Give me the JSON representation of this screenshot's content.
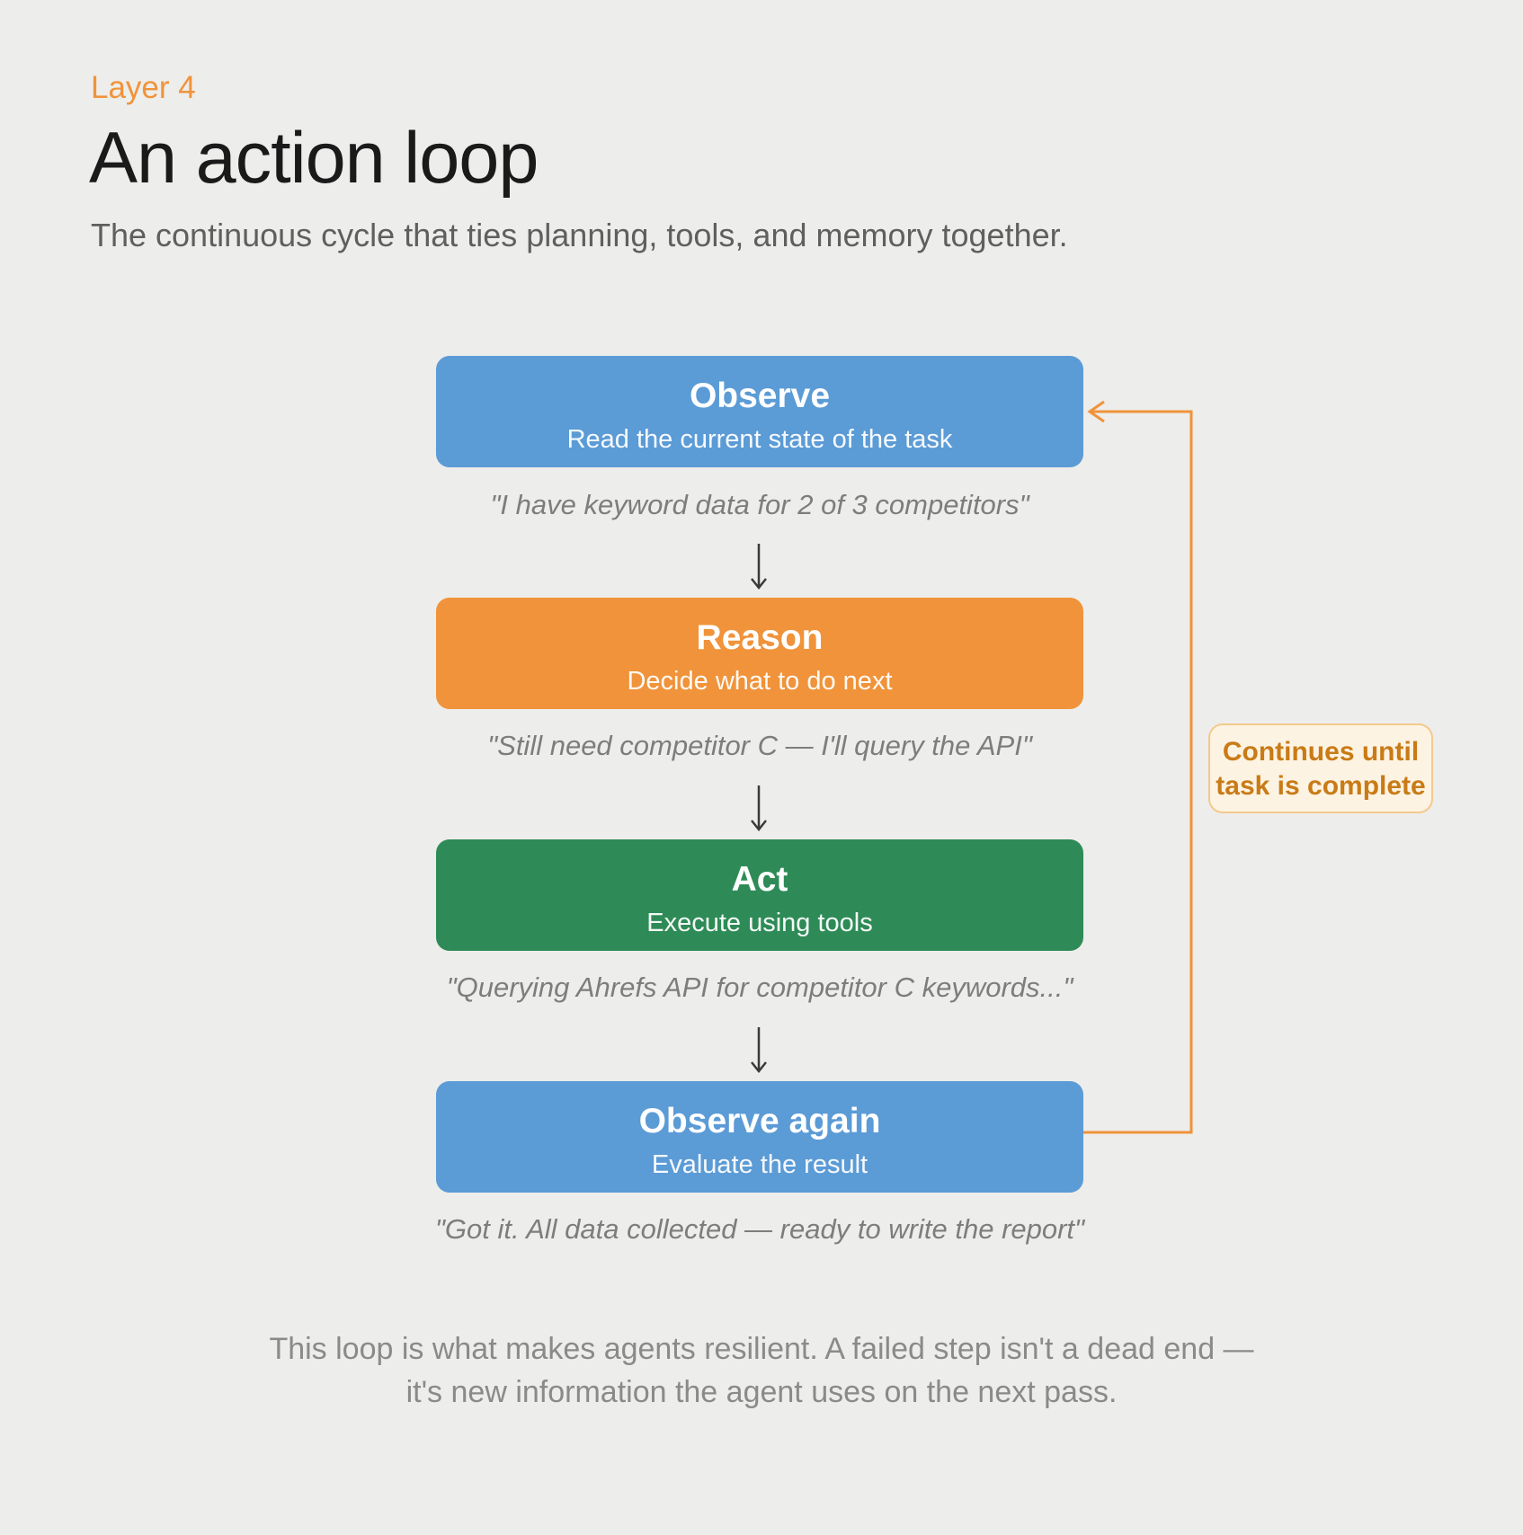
{
  "header": {
    "eyebrow": "Layer 4",
    "title": "An action loop",
    "subtitle": "The continuous cycle that ties planning, tools, and memory together."
  },
  "steps": [
    {
      "title": "Observe",
      "description": "Read the current state of the task",
      "quote": "\"I have keyword data for 2 of 3 competitors\"",
      "color": "#5b9bd6"
    },
    {
      "title": "Reason",
      "description": "Decide what to do next",
      "quote": "\"Still need competitor C — I'll query the API\"",
      "color": "#f0933a"
    },
    {
      "title": "Act",
      "description": "Execute using tools",
      "quote": "\"Querying Ahrefs API for competitor C keywords...\"",
      "color": "#2e8b57"
    },
    {
      "title": "Observe again",
      "description": "Evaluate the result",
      "quote": "\"Got it. All data collected — ready to write the report\"",
      "color": "#5b9bd6"
    }
  ],
  "loop": {
    "label_line1": "Continues until",
    "label_line2": "task is complete",
    "color": "#f0933a"
  },
  "footer": {
    "line1": "This loop is what makes agents resilient. A failed step isn't a dead end —",
    "line2": "it's new information the agent uses on the next pass."
  }
}
